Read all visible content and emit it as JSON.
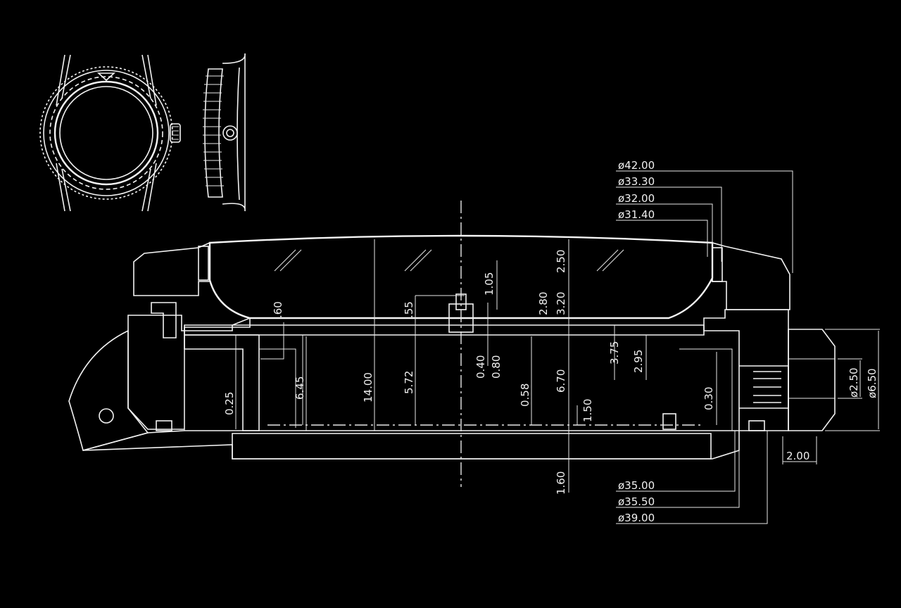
{
  "watermark": "",
  "diameters_top": [
    "ø42.00",
    "ø33.30",
    "ø32.00",
    "ø31.40"
  ],
  "diameters_bottom": [
    "ø35.00",
    "ø35.50",
    "ø39.00"
  ],
  "crown_dims": {
    "d1": "ø2.50",
    "d2": "ø6.50",
    "w": "2.00"
  },
  "vertical_dims": {
    "v250": "2.50",
    "v280": "2.80",
    "v320": "3.20",
    "v105": "1.05",
    "v60": ".60",
    "v55": ".55",
    "v645": "6.45",
    "v1400": "14.00",
    "v572": "5.72",
    "v040": "0.40",
    "v080": "0.80",
    "v058": "0.58",
    "v670": "6.70",
    "v375": "3.75",
    "v295": "2.95",
    "v030": "0.30",
    "v025": "0.25",
    "v150": "1.50",
    "v160": "1.60"
  }
}
